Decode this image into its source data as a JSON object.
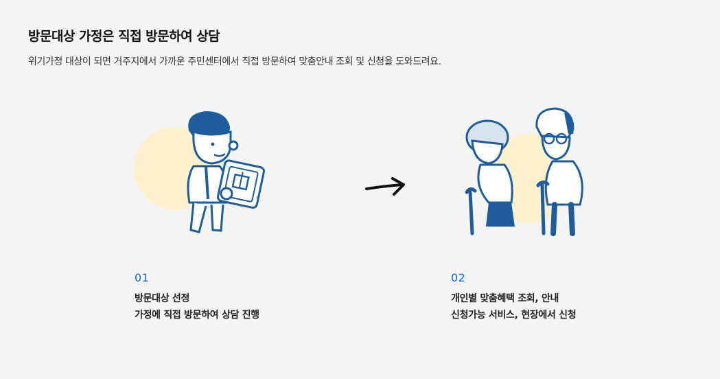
{
  "header": {
    "title": "방문대상 가정은 직접 방문하여 상담",
    "subtitle": "위기가정 대상이 되면 거주지에서 가까운 주민센터에서 직접 방문하여 맞춤안내 조회 및 신청을 도와드려요."
  },
  "steps": [
    {
      "number": "01",
      "line1": "방문대상 선정",
      "line2": "가정에 직접 방문하여 상담 진행",
      "illustration": "social-worker-with-tablet-illustration"
    },
    {
      "number": "02",
      "line1": "개인별 맞춤혜택 조회, 안내",
      "line2": "신청가능 서비스, 현장에서 신청",
      "illustration": "elderly-couple-with-canes-illustration"
    }
  ],
  "connector": {
    "icon": "right-arrow-icon"
  },
  "colors": {
    "accent": "#1464c8",
    "illustration_blue": "#1e5c9b",
    "blob_yellow": "#fdf0cc",
    "background": "#f4f4f4"
  }
}
